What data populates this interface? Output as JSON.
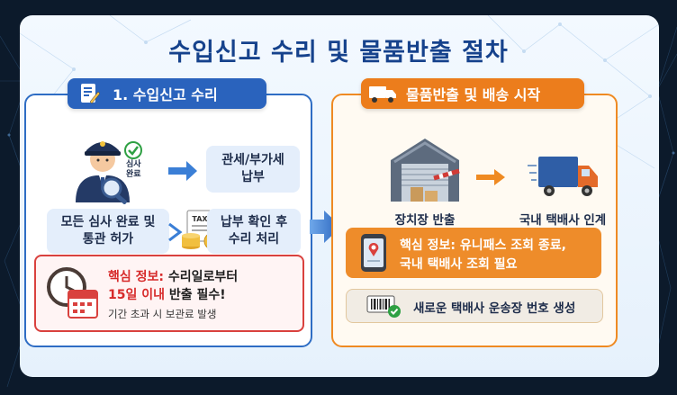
{
  "title": "수입신고 수리 및 물품반출 절차",
  "left_panel": {
    "header": "1. 수입신고 수리",
    "officer_check_label": "심사\n완료",
    "box_tax": "관세/부가세\n납부",
    "box_review": "모든 심사 완료 및\n통관 허가",
    "box_payment": "납부 확인 후\n수리 처리",
    "tax_doc_text": "TAX",
    "alert": {
      "line1_key": "핵심 정보:",
      "line1_text": " 수리일로부터",
      "line2_key": "15일 이내",
      "line2_text": " 반출 필수!",
      "line3": "기간 초과 시 보관료 발생"
    }
  },
  "right_panel": {
    "header": "물품반출 및 배송 시작",
    "warehouse_label": "장치장 반출",
    "truck_label": "국내 택배사 인계",
    "info_line1": "핵심 정보: 유니패스 조회 종료,",
    "info_line2": "국내 택배사 조회 필요",
    "tracking_label": "새로운 택배사 운송장 번호 생성"
  },
  "colors": {
    "primary_blue": "#2a63bd",
    "accent_orange": "#ec7d1c",
    "alert_red": "#d72b2b",
    "title_navy": "#16428c"
  }
}
